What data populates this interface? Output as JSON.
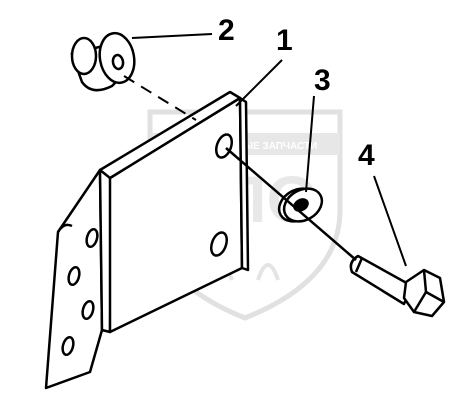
{
  "callouts": {
    "part_1": "1",
    "part_2": "2",
    "part_3": "3",
    "part_4": "4"
  },
  "watermark": {
    "logo_text": "ЭПО",
    "banner_text": "ОРИГИНАЛЬНЫЕ ЗАПЧАСТИ"
  },
  "colors": {
    "line": "#000000",
    "watermark": "#c9c9c9"
  }
}
